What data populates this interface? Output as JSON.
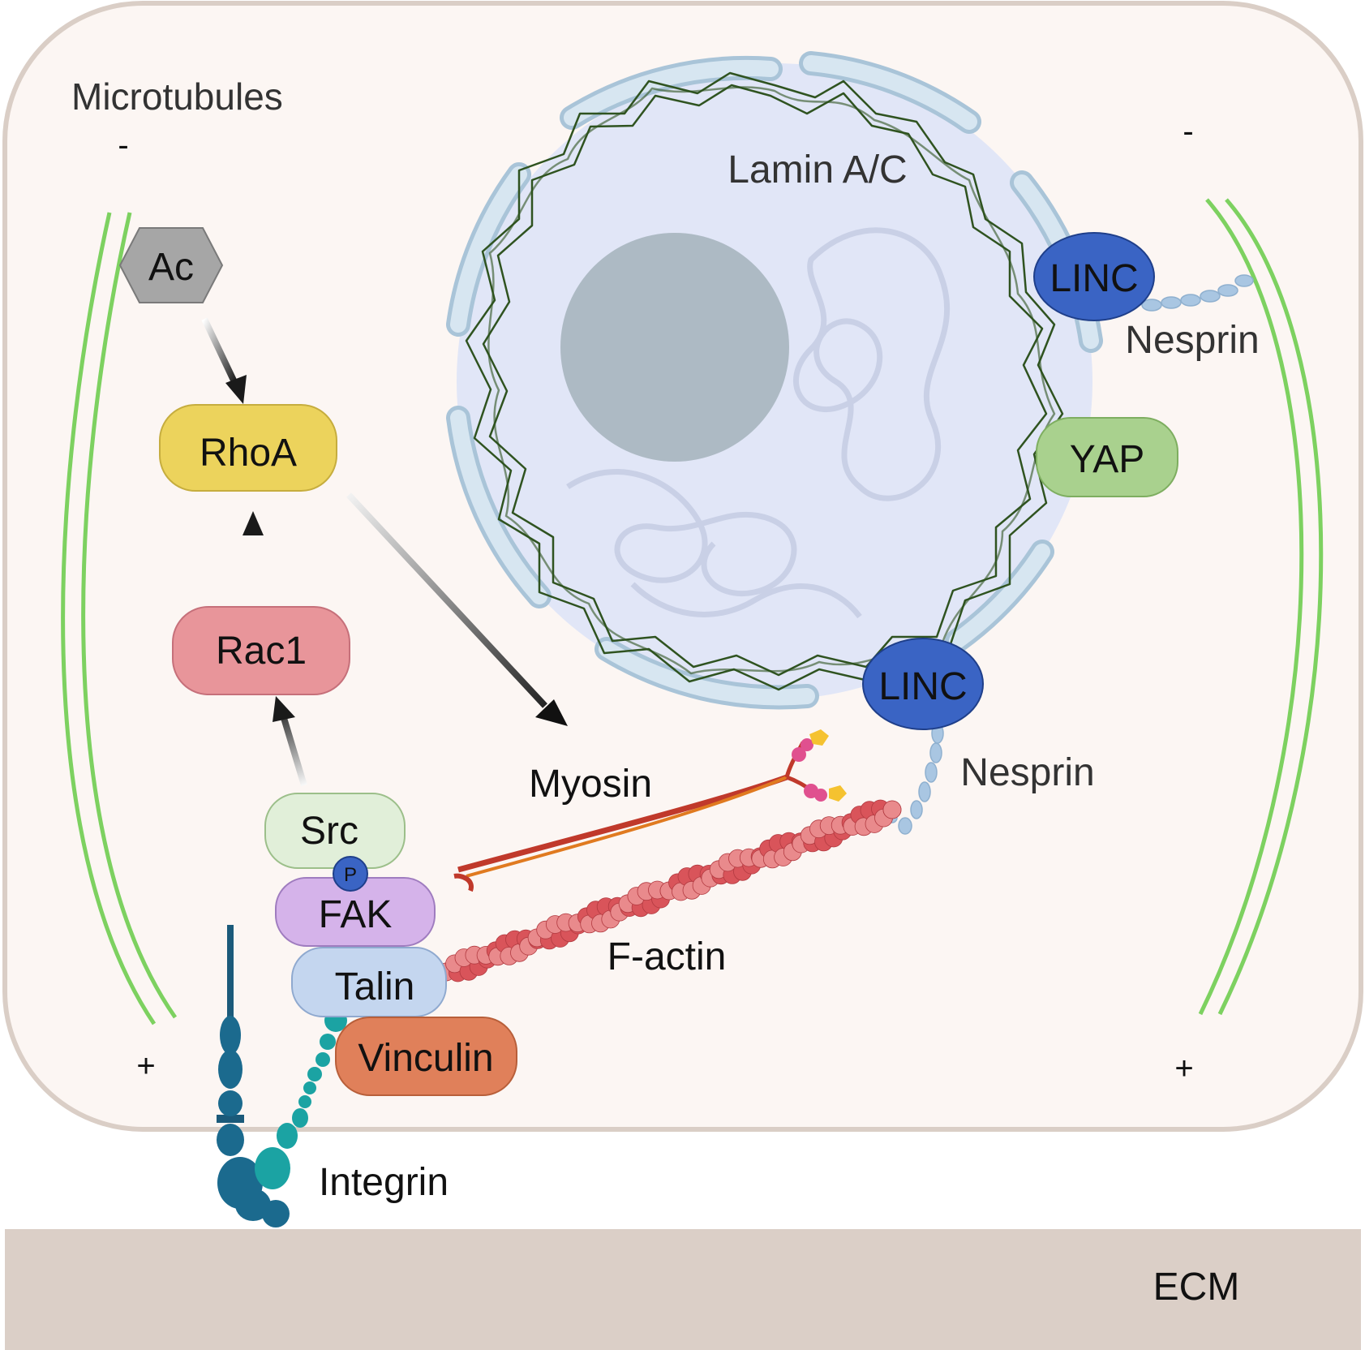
{
  "labels": {
    "microtubules": "Microtubules",
    "mt_minus_left": "-",
    "mt_minus_right": "-",
    "mt_plus_left": "+",
    "mt_plus_right": "+",
    "lamin": "Lamin A/C",
    "linc_top": "LINC",
    "linc_bottom": "LINC",
    "nesprin_top": "Nesprin",
    "nesprin_bottom": "Nesprin",
    "yap": "YAP",
    "ac": "Ac",
    "rhoa": "RhoA",
    "rac1": "Rac1",
    "src": "Src",
    "phospho": "P",
    "fak": "FAK",
    "talin": "Talin",
    "vinculin": "Vinculin",
    "myosin": "Myosin",
    "factin": "F-actin",
    "integrin": "Integrin",
    "ecm": "ECM"
  },
  "colors": {
    "cell_fill": "#fcf6f3",
    "cell_border": "#dacec6",
    "ecm": "#dbcfc7",
    "nucleus": "#e1e6f7",
    "nucleolus": "#adbac4",
    "envelope": "#d7e6f1",
    "lamina": "#2f5320",
    "microtubule": "#7dd160",
    "linc": "#3a64c4",
    "nesprin": "#a9c6e2",
    "yap": "#a9d18e",
    "ac": "#a6a6a6",
    "rhoa": "#ecd35c",
    "rac1": "#e8959a",
    "src": "#e1efd9",
    "fak": "#d5b3ea",
    "talin": "#c4d6ef",
    "vinculin": "#e0805a",
    "factin": "#d9545a",
    "myosin": "#c0392b",
    "integrin_dark": "#1b6a8e",
    "integrin_teal": "#1ba3a3"
  }
}
